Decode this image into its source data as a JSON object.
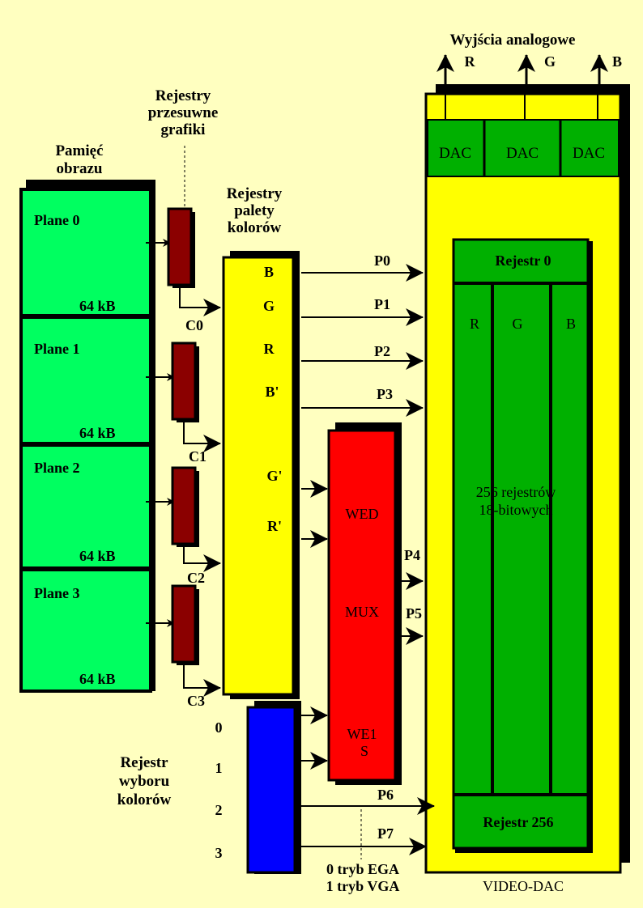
{
  "titles": {
    "outputs": "Wyjścia analogowe",
    "shift_registers": [
      "Rejestry",
      "przesuwne",
      "grafiki"
    ],
    "memory": [
      "Pamięć",
      "obrazu"
    ],
    "palette_registers": [
      "Rejestry",
      "palety",
      "kolorów"
    ],
    "select_register": [
      "Rejestr",
      "wyboru",
      "kolorów"
    ]
  },
  "outputs": [
    "R",
    "G",
    "B"
  ],
  "dacs": [
    "DAC",
    "DAC",
    "DAC"
  ],
  "planes": [
    {
      "name": "Plane 0",
      "size": "64 kB"
    },
    {
      "name": "Plane 1",
      "size": "64 kB"
    },
    {
      "name": "Plane 2",
      "size": "64 kB"
    },
    {
      "name": "Plane 3",
      "size": "64 kB"
    }
  ],
  "shift_outputs": [
    "C0",
    "C1",
    "C2",
    "C3"
  ],
  "palette_bits": [
    "B",
    "G",
    "R",
    "B'",
    "G'",
    "R'"
  ],
  "palette_outputs": [
    "P0",
    "P1",
    "P2",
    "P3"
  ],
  "mux": {
    "top": "WED",
    "middle": "MUX",
    "bottom": [
      "WE1",
      "S"
    ]
  },
  "mux_outputs": [
    "P4",
    "P5"
  ],
  "select_bits": [
    "0",
    "1",
    "2",
    "3"
  ],
  "select_outputs": [
    "P6",
    "P7"
  ],
  "modes": [
    "0 tryb EGA",
    "1 tryb VGA"
  ],
  "dac_block": {
    "first": "Rejestr 0",
    "columns": [
      "R",
      "G",
      "B"
    ],
    "middle": [
      "256 rejestrów",
      "18-bitowych"
    ],
    "last": "Rejestr 256",
    "name": "VIDEO-DAC"
  }
}
